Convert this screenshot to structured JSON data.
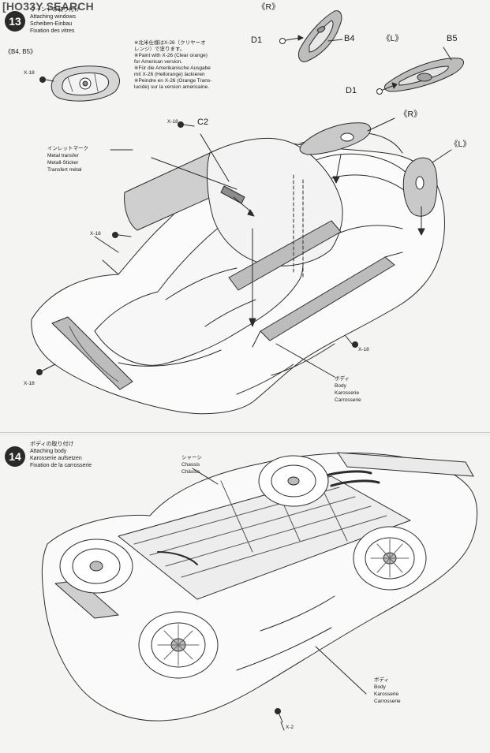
{
  "watermark": "[HO33Y SEARCH",
  "step13": {
    "number": "13",
    "titles": [
      "ウインドの取り付け",
      "Attaching windows",
      "Scheiben-Einbau",
      "Fixation des vitres"
    ],
    "label_r_top": "《R》",
    "label_l_top": "《L》",
    "label_b4b5": "《B4, B5》",
    "parts": {
      "d1_top": "D1",
      "b4": "B4",
      "b5": "B5",
      "d1_bottom": "D1",
      "x18_a": "X-18",
      "c2": "C2",
      "x18_b": "X-18",
      "x18_c": "X-18",
      "x18_d": "X-18",
      "x18_e": "X-18"
    },
    "note": [
      "※北米仕様はX-26（クリヤーオ",
      "レンジ）で塗ります。",
      "※Paint with X-26 (Clear orange)",
      "for American version.",
      "※Für die Amerikanische Ausgabe",
      "mit X-26 (Hellorange) lackieren",
      "※Peindre en X-26 (Orange Trans-",
      "lucide) sur la version americaine."
    ],
    "inlet_mark": [
      "インレットマーク",
      "Metal transfer",
      "Metall-Sticker",
      "Transfert métal"
    ],
    "label_r_mid": "《R》",
    "label_l_mid": "《L》",
    "body": [
      "ボディ",
      "Body",
      "Karosserie",
      "Carrosserie"
    ]
  },
  "step14": {
    "number": "14",
    "titles": [
      "ボディの取り付け",
      "Attaching body",
      "Karosserie aufsetzen",
      "Fixation de la carrosserie"
    ],
    "chassis": [
      "シャーシ",
      "Chassis",
      "Châssis"
    ],
    "body": [
      "ボディ",
      "Body",
      "Karosserie",
      "Carrosserie"
    ],
    "x2": "X-2"
  }
}
